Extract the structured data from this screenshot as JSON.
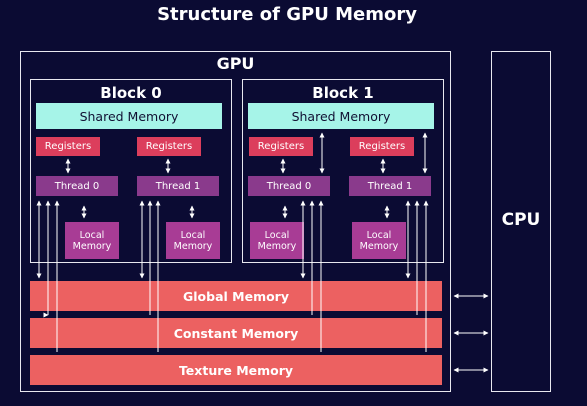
{
  "title": "Structure of GPU Memory",
  "gpu_label": "GPU",
  "cpu_label": "CPU",
  "blocks": [
    {
      "label": "Block 0",
      "shared": "Shared Memory",
      "threads": [
        {
          "registers": "Registers",
          "thread": "Thread 0",
          "local": "Local\nMemory"
        },
        {
          "registers": "Registers",
          "thread": "Thread 1",
          "local": "Local\nMemory"
        }
      ]
    },
    {
      "label": "Block 1",
      "shared": "Shared Memory",
      "threads": [
        {
          "registers": "Registers",
          "thread": "Thread 0",
          "local": "Local\nMemory"
        },
        {
          "registers": "Registers",
          "thread": "Thread 1",
          "local": "Local\nMemory"
        }
      ]
    }
  ],
  "memories": {
    "global": "Global Memory",
    "constant": "Constant Memory",
    "texture": "Texture Memory"
  },
  "colors": {
    "background": "#0b0b33",
    "shared_memory": "#a6f4e8",
    "registers": "#dc3e5c",
    "thread": "#8a3a8c",
    "local_memory": "#a83c95",
    "global_memory": "#ec6161"
  }
}
